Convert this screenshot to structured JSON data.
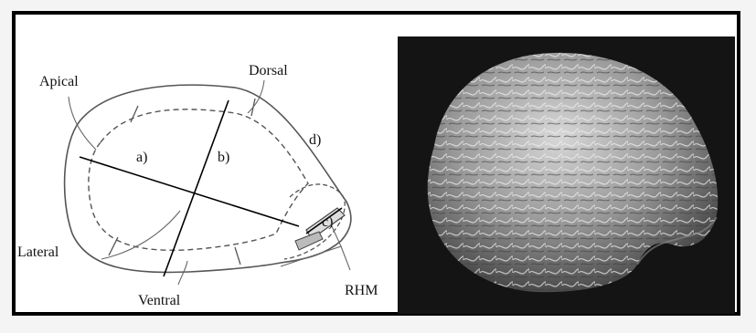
{
  "labels": {
    "apical": "Apical",
    "dorsal": "Dorsal",
    "lateral": "Lateral",
    "ventral": "Ventral",
    "rhm": "RHM",
    "a": "a)",
    "b": "b)",
    "c": "c)",
    "d": "d)"
  },
  "photo": {
    "content": "SEM micrograph of a wrinkled seed"
  }
}
